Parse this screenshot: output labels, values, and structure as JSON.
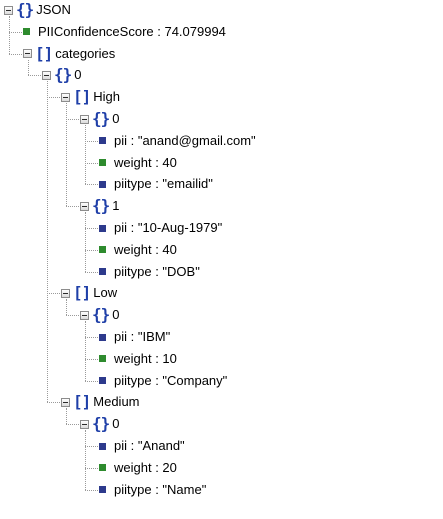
{
  "tree": {
    "label": "JSON",
    "brace": "{}",
    "children": [
      {
        "label": "PIIConfidenceScore : 74.079994",
        "kind": "number"
      },
      {
        "label": "categories",
        "brace": "[]",
        "children": [
          {
            "label": "0",
            "brace": "{}",
            "children": [
              {
                "label": "High",
                "brace": "[]",
                "children": [
                  {
                    "label": "0",
                    "brace": "{}",
                    "children": [
                      {
                        "label": "pii : \"anand@gmail.com\"",
                        "kind": "string"
                      },
                      {
                        "label": "weight : 40",
                        "kind": "number"
                      },
                      {
                        "label": "piitype : \"emailid\"",
                        "kind": "string"
                      }
                    ]
                  },
                  {
                    "label": "1",
                    "brace": "{}",
                    "children": [
                      {
                        "label": "pii : \"10-Aug-1979\"",
                        "kind": "string"
                      },
                      {
                        "label": "weight : 40",
                        "kind": "number"
                      },
                      {
                        "label": "piitype : \"DOB\"",
                        "kind": "string"
                      }
                    ]
                  }
                ]
              },
              {
                "label": "Low",
                "brace": "[]",
                "children": [
                  {
                    "label": "0",
                    "brace": "{}",
                    "children": [
                      {
                        "label": "pii : \"IBM\"",
                        "kind": "string"
                      },
                      {
                        "label": "weight : 10",
                        "kind": "number"
                      },
                      {
                        "label": "piitype : \"Company\"",
                        "kind": "string"
                      }
                    ]
                  }
                ]
              },
              {
                "label": "Medium",
                "brace": "[]",
                "children": [
                  {
                    "label": "0",
                    "brace": "{}",
                    "children": [
                      {
                        "label": "pii : \"Anand\"",
                        "kind": "string"
                      },
                      {
                        "label": "weight : 20",
                        "kind": "number"
                      },
                      {
                        "label": "piitype : \"Name\"",
                        "kind": "string"
                      }
                    ]
                  }
                ]
              }
            ]
          }
        ]
      }
    ]
  }
}
